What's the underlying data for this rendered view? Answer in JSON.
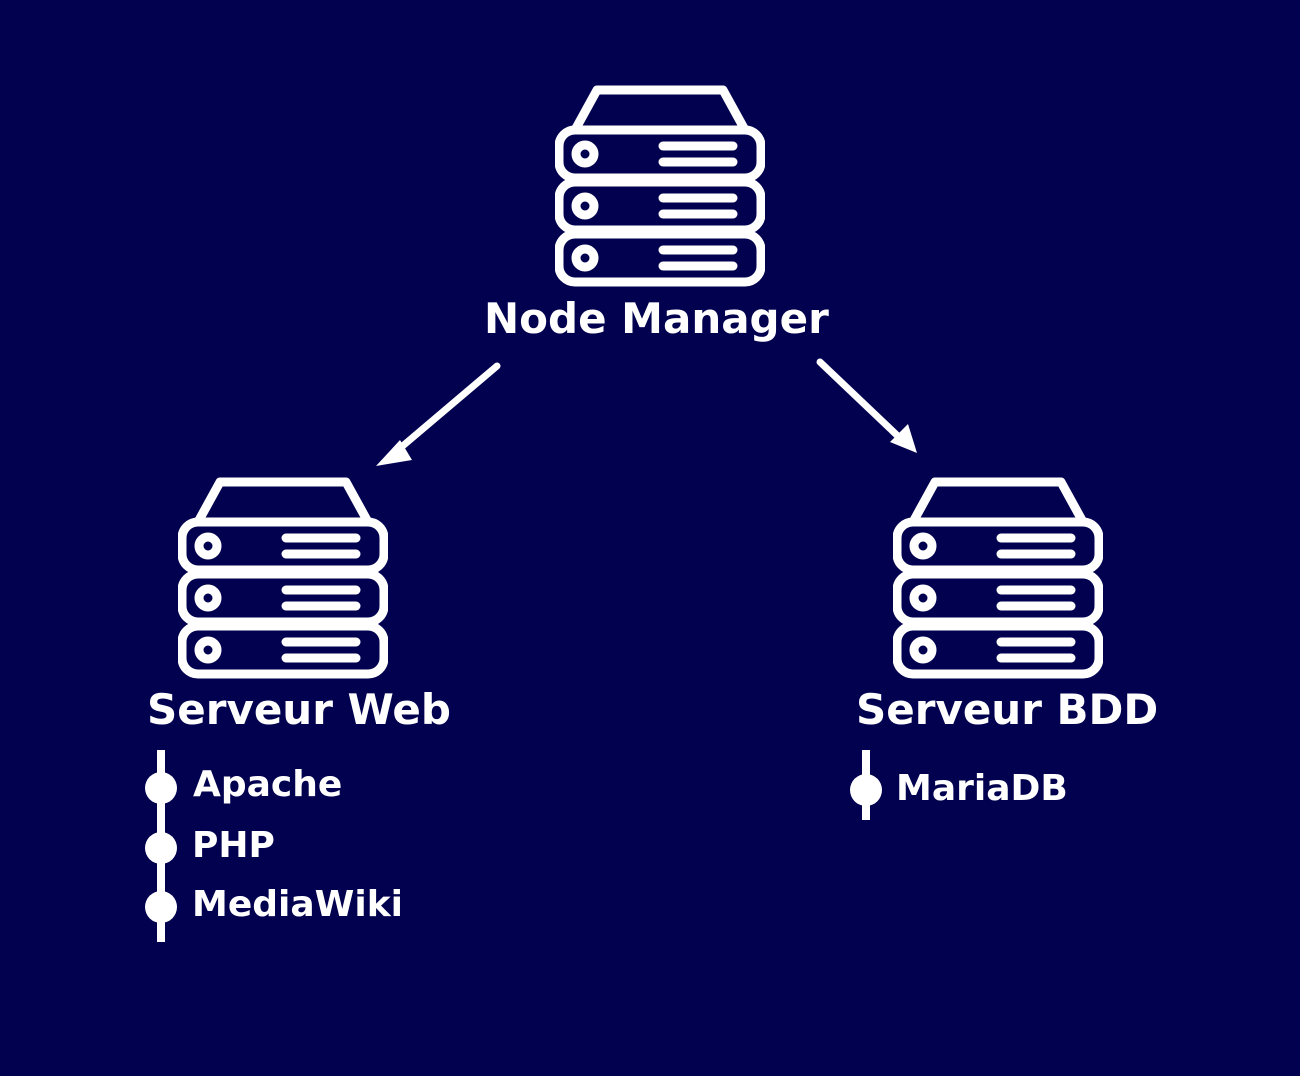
{
  "nodes": {
    "manager": {
      "label": "Node Manager",
      "icon": "server-rack-icon"
    },
    "web": {
      "label": "Serveur Web",
      "icon": "server-rack-icon",
      "services": [
        "Apache",
        "PHP",
        "MediaWiki"
      ]
    },
    "db": {
      "label": "Serveur BDD",
      "icon": "server-rack-icon",
      "services": [
        "MariaDB"
      ]
    }
  },
  "edges": [
    {
      "from": "Node Manager",
      "to": "Serveur Web"
    },
    {
      "from": "Node Manager",
      "to": "Serveur BDD"
    }
  ],
  "colors": {
    "background": "#02014f",
    "foreground": "#ffffff"
  }
}
